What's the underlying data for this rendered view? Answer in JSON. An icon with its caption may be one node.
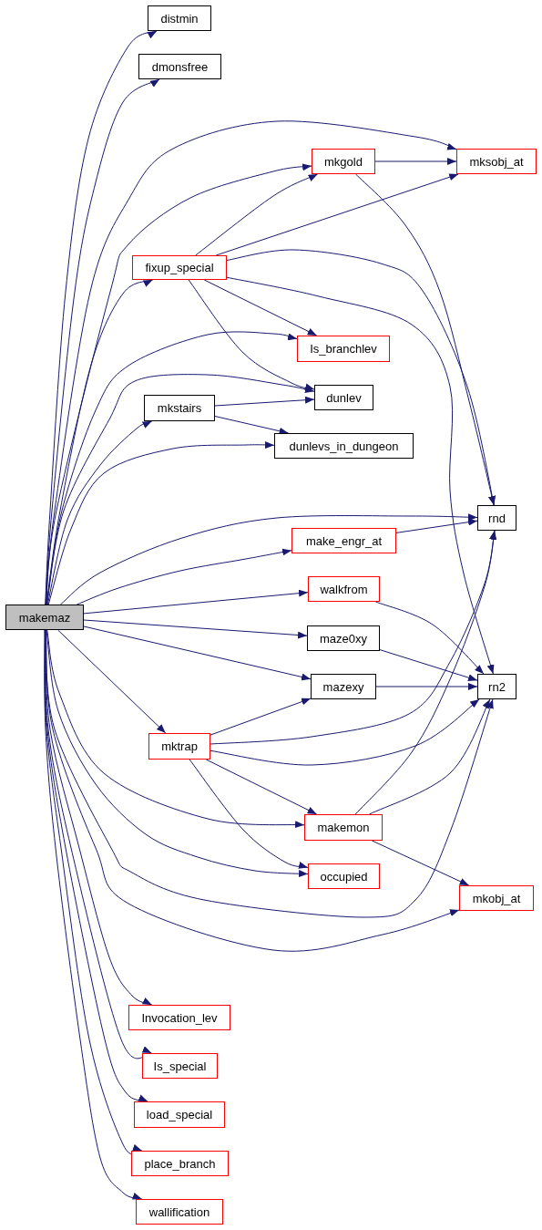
{
  "diagram": {
    "nodes": [
      {
        "text": [
          "distmin"
        ]
      },
      {
        "text": [
          "dmonsfree"
        ]
      },
      {
        "text": [
          "mkgold"
        ]
      },
      {
        "text": [
          "mksobj_at"
        ]
      },
      {
        "text": [
          "fixup_special"
        ]
      },
      {
        "text": [
          "Is_branchlev"
        ]
      },
      {
        "text": [
          "dunlev"
        ]
      },
      {
        "text": [
          "mkstairs"
        ]
      },
      {
        "text": [
          "dunlevs_in_dungeon"
        ]
      },
      {
        "text": [
          "rnd"
        ]
      },
      {
        "text": [
          "make_engr_at"
        ]
      },
      {
        "text": [
          "walkfrom"
        ]
      },
      {
        "text": [
          "makemaz"
        ]
      },
      {
        "text": [
          "maze0xy"
        ]
      },
      {
        "text": [
          "mazexy"
        ]
      },
      {
        "text": [
          "rn2"
        ]
      },
      {
        "text": [
          "mktrap"
        ]
      },
      {
        "text": [
          "makemon"
        ]
      },
      {
        "text": [
          "occupied"
        ]
      },
      {
        "text": [
          "mkobj_at"
        ]
      },
      {
        "text": [
          "Invocation_lev"
        ]
      },
      {
        "text": [
          "Is_special"
        ]
      },
      {
        "text": [
          "load_special"
        ]
      },
      {
        "text": [
          "place_branch"
        ]
      },
      {
        "text": [
          "wallification"
        ]
      }
    ],
    "edges": [
      {
        "from": 12,
        "to": 0,
        "arrow": "to"
      },
      {
        "from": 12,
        "to": 1,
        "arrow": "to"
      },
      {
        "from": 12,
        "to": 3,
        "arrow": "to"
      },
      {
        "from": 12,
        "to": 2,
        "arrow": "to"
      },
      {
        "from": 12,
        "to": 4,
        "arrow": "to"
      },
      {
        "from": 12,
        "to": 5,
        "arrow": "to"
      },
      {
        "from": 12,
        "to": 6,
        "arrow": "to"
      },
      {
        "from": 12,
        "to": 7,
        "arrow": "to"
      },
      {
        "from": 12,
        "to": 8,
        "arrow": "to"
      },
      {
        "from": 12,
        "to": 9,
        "arrow": "to"
      },
      {
        "from": 12,
        "to": 10,
        "arrow": "to"
      },
      {
        "from": 12,
        "to": 11,
        "arrow": "to"
      },
      {
        "from": 12,
        "to": 13,
        "arrow": "to"
      },
      {
        "from": 12,
        "to": 14,
        "arrow": "to"
      },
      {
        "from": 12,
        "to": 16,
        "arrow": "to"
      },
      {
        "from": 12,
        "to": 17,
        "arrow": "to"
      },
      {
        "from": 12,
        "to": 18,
        "arrow": "to"
      },
      {
        "from": 12,
        "to": 15,
        "arrow": "to"
      },
      {
        "from": 12,
        "to": 19,
        "arrow": "to"
      },
      {
        "from": 12,
        "to": 20,
        "arrow": "to"
      },
      {
        "from": 12,
        "to": 21,
        "arrow": "to"
      },
      {
        "from": 12,
        "to": 22,
        "arrow": "to"
      },
      {
        "from": 12,
        "to": 23,
        "arrow": "to"
      },
      {
        "from": 12,
        "to": 24,
        "arrow": "to"
      },
      {
        "from": 2,
        "to": 3,
        "arrow": "to"
      },
      {
        "from": 2,
        "to": 9,
        "arrow": "to"
      },
      {
        "from": 4,
        "to": 2,
        "arrow": "to"
      },
      {
        "from": 4,
        "to": 3,
        "arrow": "to"
      },
      {
        "from": 4,
        "to": 9,
        "arrow": "to"
      },
      {
        "from": 4,
        "to": 15,
        "arrow": "to"
      },
      {
        "from": 4,
        "to": 5,
        "arrow": "to"
      },
      {
        "from": 4,
        "to": 6,
        "arrow": "to"
      },
      {
        "from": 7,
        "to": 6,
        "arrow": "to"
      },
      {
        "from": 7,
        "to": 8,
        "arrow": "to"
      },
      {
        "from": 10,
        "to": 9,
        "arrow": "to"
      },
      {
        "from": 11,
        "to": 15,
        "arrow": "to"
      },
      {
        "from": 13,
        "to": 15,
        "arrow": "to"
      },
      {
        "from": 14,
        "to": 15,
        "arrow": "to"
      },
      {
        "from": 16,
        "to": 14,
        "arrow": "to"
      },
      {
        "from": 16,
        "to": 9,
        "arrow": "to"
      },
      {
        "from": 16,
        "to": 15,
        "arrow": "to"
      },
      {
        "from": 16,
        "to": 17,
        "arrow": "to"
      },
      {
        "from": 16,
        "to": 18,
        "arrow": "to"
      },
      {
        "from": 17,
        "to": 9,
        "arrow": "to"
      },
      {
        "from": 17,
        "to": 15,
        "arrow": "to"
      },
      {
        "from": 17,
        "to": 19,
        "arrow": "to"
      }
    ]
  }
}
